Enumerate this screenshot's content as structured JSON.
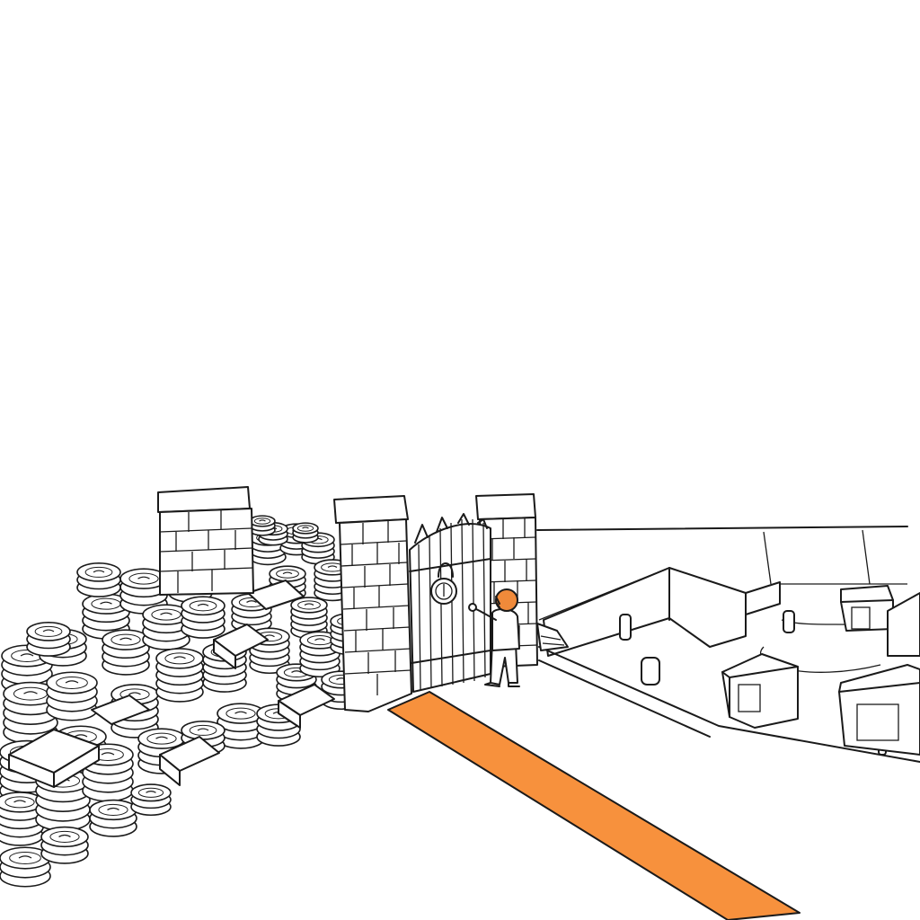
{
  "colors": {
    "background": "#ffffff",
    "ink": "#1a1a1a",
    "path": "#f7913d",
    "hair": "#f08a3a"
  },
  "scene": {
    "style": "line-drawing",
    "objects": [
      "coin-piles",
      "stone-wall",
      "wooden-gate",
      "padlock",
      "person",
      "orange-path",
      "courtyard-buildings"
    ]
  }
}
